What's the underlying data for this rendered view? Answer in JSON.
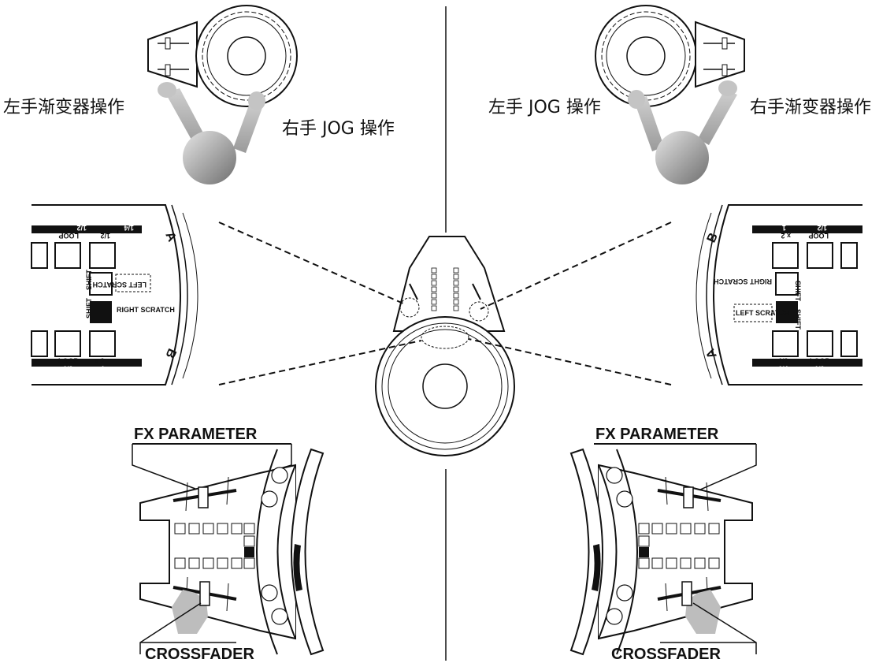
{
  "left_panel": {
    "label_left_hand": "左手渐变器操作",
    "label_right_hand": "右手 JOG 操作",
    "fx_parameter": "FX PARAMETER",
    "crossfader": "CROSSFADER",
    "deck_top": "A",
    "deck_bottom": "B",
    "shift": "SHIFT",
    "left_scratch": "LEFT SCRATCH",
    "right_scratch": "RIGHT SCRATCH",
    "loop": "LOOP",
    "half": "1/2",
    "quarter": "1/4",
    "x2": "x 2",
    "one": "1"
  },
  "right_panel": {
    "label_left_hand": "左手 JOG 操作",
    "label_right_hand": "右手渐变器操作",
    "fx_parameter": "FX PARAMETER",
    "crossfader": "CROSSFADER",
    "deck_top": "B",
    "deck_bottom": "A",
    "shift": "SHIFT",
    "left_scratch": "LEFT SCRATCH",
    "right_scratch": "RIGHT SCRATCH",
    "loop": "LOOP",
    "half": "1/2",
    "quarter": "1/4",
    "x2": "x 2",
    "one": "1"
  }
}
